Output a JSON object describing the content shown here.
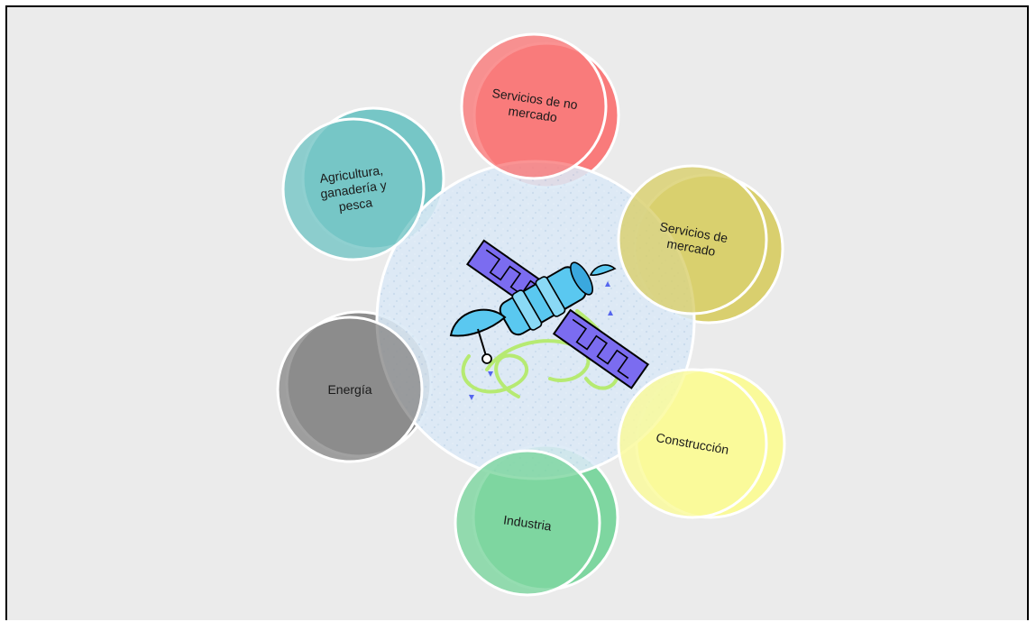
{
  "diagram": {
    "center_icon": "satellite-icon",
    "sectors": [
      {
        "id": "no-market-services",
        "lines": [
          "Servicios de no",
          "mercado"
        ],
        "color": "#f97b7b"
      },
      {
        "id": "market-services",
        "lines": [
          "Servicios de",
          "mercado"
        ],
        "color": "#d9cf6e"
      },
      {
        "id": "construction",
        "lines": [
          "Construcción"
        ],
        "color": "#fafa9a"
      },
      {
        "id": "industry",
        "lines": [
          "Industria"
        ],
        "color": "#7ed6a0"
      },
      {
        "id": "energy",
        "lines": [
          "Energía"
        ],
        "color": "#8c8c8c"
      },
      {
        "id": "agriculture",
        "lines": [
          "Agricultura,",
          "ganadería y",
          "pesca"
        ],
        "color": "#76c6c6"
      }
    ]
  }
}
